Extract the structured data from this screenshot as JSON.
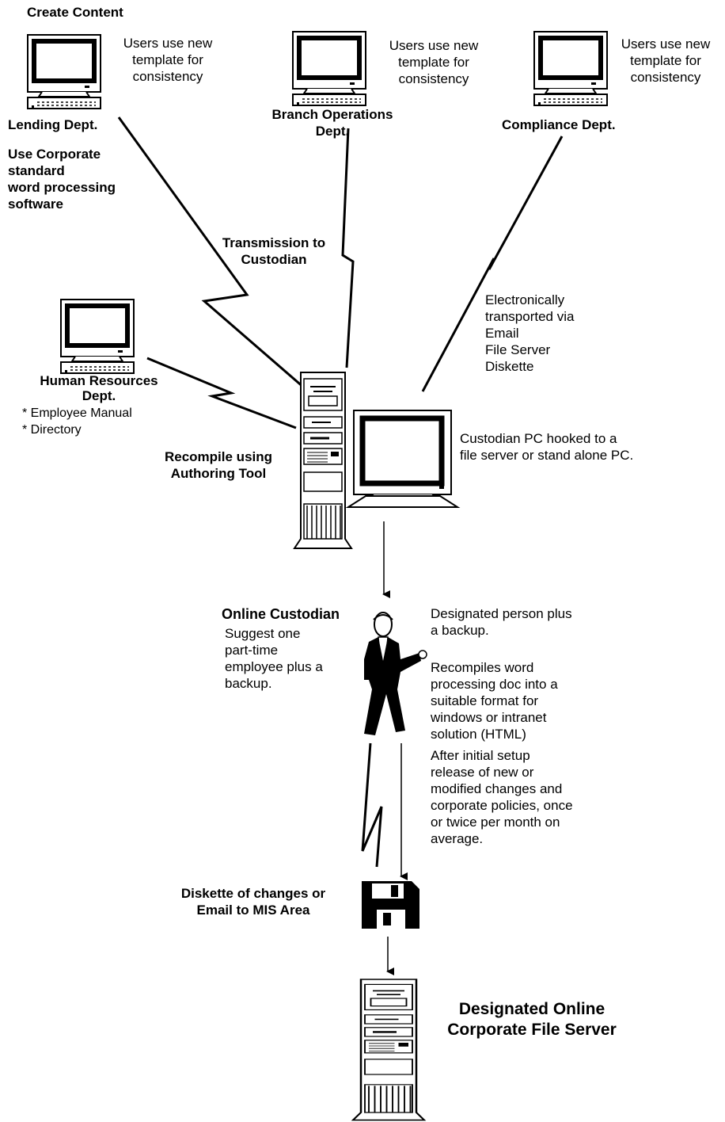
{
  "header": {
    "title": "Create Content"
  },
  "nodes": {
    "lending": {
      "label": "Lending Dept.",
      "note_lines": [
        "Users use new",
        "template for",
        "consistency"
      ]
    },
    "branch": {
      "label_lines": [
        "Branch Operations",
        "Dept."
      ],
      "note_lines": [
        "Users use new",
        "template for",
        "consistency"
      ]
    },
    "compliance": {
      "label": "Compliance Dept.",
      "note_lines": [
        "Users use new",
        "template for",
        "consistency"
      ]
    },
    "hr": {
      "label_lines": [
        "Human Resources",
        "Dept."
      ],
      "items": [
        "* Employee Manual",
        "* Directory"
      ]
    },
    "custodian_pc": {
      "label_lines": [
        "Recompile using",
        "Authoring Tool"
      ],
      "note_lines": [
        "Custodian PC hooked to a",
        "file server or stand alone PC."
      ]
    },
    "online_custodian": {
      "title": "Online Custodian",
      "left_note_lines": [
        "Suggest one",
        "part-time",
        "employee plus a",
        "backup."
      ],
      "right_notes": [
        [
          "Designated person plus",
          "a backup."
        ],
        [
          "Recompiles word",
          "processing doc into a",
          "suitable format for",
          "windows or intranet",
          "solution (HTML)"
        ],
        [
          "After initial setup",
          "release of new or",
          "modified changes and",
          "corporate policies, once",
          "or twice per month on",
          "average."
        ]
      ]
    },
    "diskette": {
      "label_lines": [
        "Diskette of changes or",
        "Email to MIS Area"
      ]
    },
    "file_server": {
      "label_lines": [
        "Designated Online",
        "Corporate File Server"
      ]
    }
  },
  "annotations": {
    "software": [
      "Use Corporate",
      "standard",
      "word processing",
      "software"
    ],
    "transmission": [
      "Transmission to",
      "Custodian"
    ],
    "transport": [
      "Electronically",
      "transported via",
      "Email",
      "File Server",
      "Diskette"
    ]
  }
}
